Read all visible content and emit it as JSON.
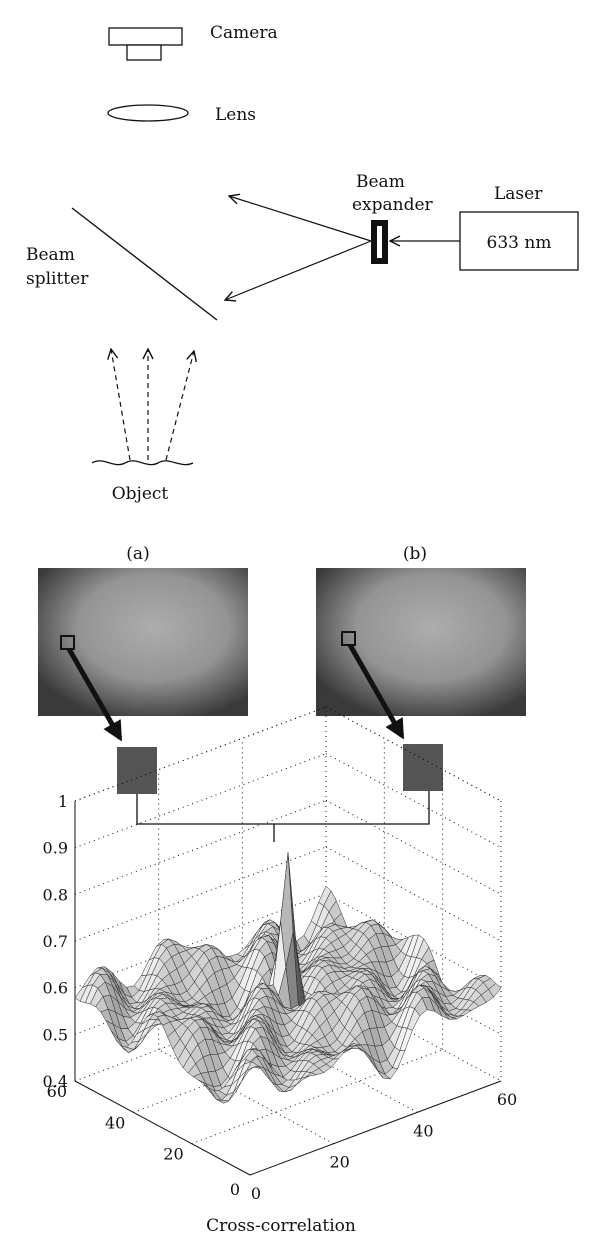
{
  "setup": {
    "camera_label": "Camera",
    "lens_label": "Lens",
    "beam_expander_label_line1": "Beam",
    "beam_expander_label_line2": "expander",
    "laser_label": "Laser",
    "laser_wavelength": "633 nm",
    "beam_splitter_label_line1": "Beam",
    "beam_splitter_label_line2": "splitter",
    "object_label": "Object"
  },
  "panels": {
    "a_label": "(a)",
    "b_label": "(b)"
  },
  "chart_data": {
    "type": "surface",
    "title": "",
    "xlabel": "",
    "ylabel": "",
    "zlabel": "",
    "caption": "Cross-correlation",
    "x_ticks": [
      "0",
      "20",
      "40",
      "60"
    ],
    "y_ticks": [
      "20",
      "40",
      "60"
    ],
    "z_ticks": [
      "0.4",
      "0.5",
      "0.6",
      "0.7",
      "0.8",
      "0.9",
      "1"
    ],
    "xlim": [
      0,
      60
    ],
    "ylim": [
      0,
      60
    ],
    "zlim": [
      0.4,
      1
    ],
    "grid": true,
    "peak": {
      "x": 30,
      "y": 30,
      "z": 0.95
    },
    "baseline_range": [
      0.5,
      0.65
    ]
  },
  "colors": {
    "ink": "#111111",
    "speckle_dark": "#3a3a3a",
    "speckle_light": "#a8a8a8"
  }
}
